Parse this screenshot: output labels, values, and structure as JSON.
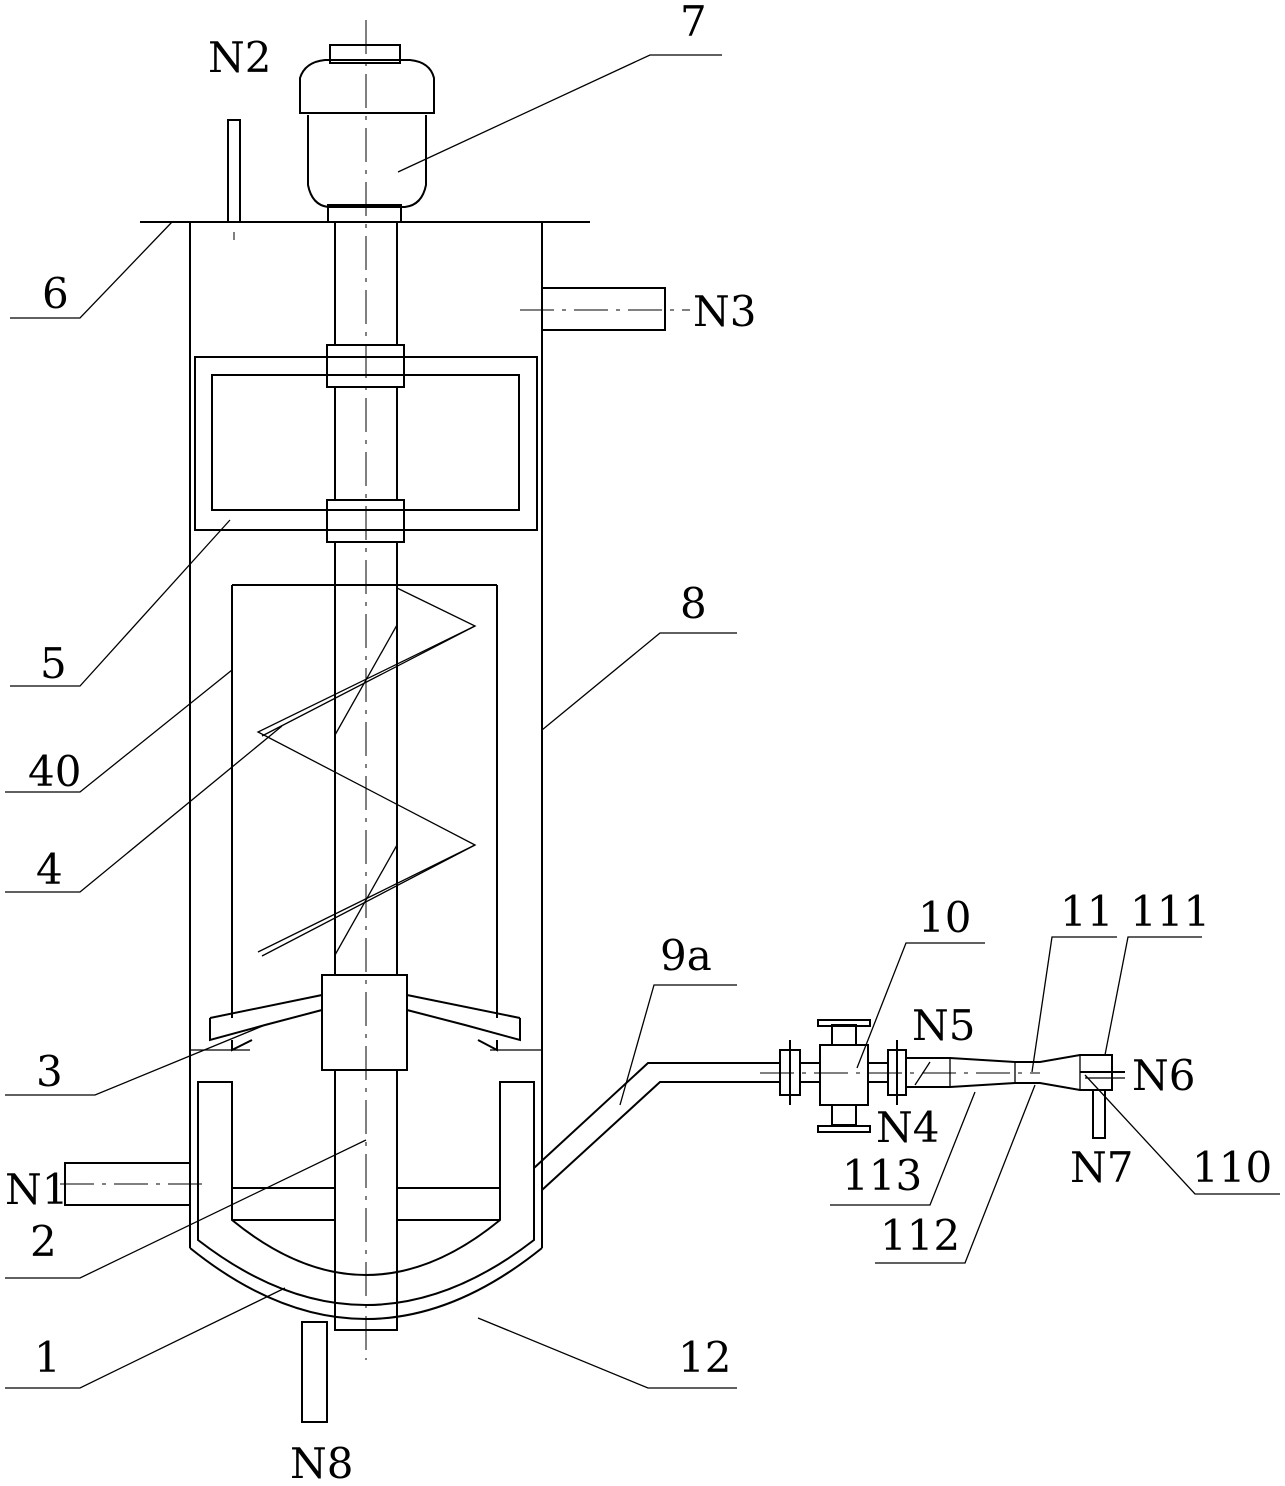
{
  "labels": {
    "n1": "N1",
    "n2": "N2",
    "n3": "N3",
    "n4": "N4",
    "n5": "N5",
    "n6": "N6",
    "n7": "N7",
    "n8": "N8",
    "l1": "1",
    "l2": "2",
    "l3": "3",
    "l4": "4",
    "l40": "40",
    "l5": "5",
    "l6": "6",
    "l7": "7",
    "l8": "8",
    "l9a": "9a",
    "l10": "10",
    "l11": "11",
    "l111": "111",
    "l110": "110",
    "l112": "112",
    "l113": "113",
    "l12": "12"
  }
}
